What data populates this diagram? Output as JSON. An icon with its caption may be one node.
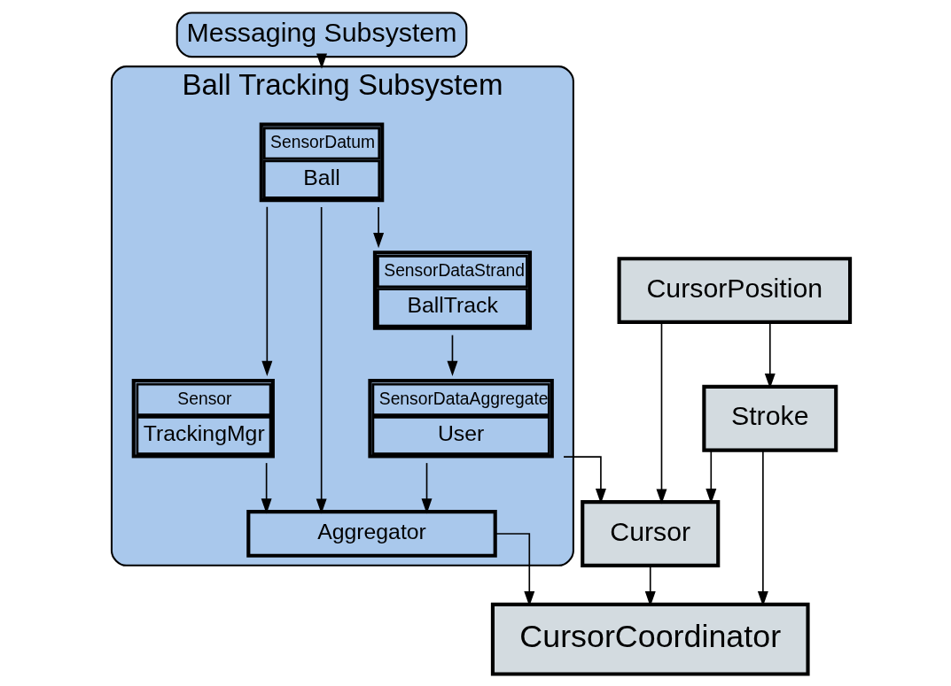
{
  "diagram": {
    "nodes": [
      {
        "text": [
          "Messaging Subsystem"
        ]
      },
      {
        "text": [
          "Ball Tracking Subsystem"
        ]
      },
      {
        "text": [
          "SensorDatum",
          "Ball"
        ],
        "in": 1
      },
      {
        "text": [
          "SensorDataStrand",
          "BallTrack"
        ],
        "in": 1
      },
      {
        "text": [
          "Sensor",
          "TrackingMgr"
        ],
        "in": 1
      },
      {
        "text": [
          "SensorDataAggregate",
          "User"
        ],
        "in": 1
      },
      {
        "text": [
          "Aggregator"
        ],
        "in": 1
      },
      {
        "text": [
          "CursorPosition"
        ]
      },
      {
        "text": [
          "Stroke"
        ]
      },
      {
        "text": [
          "Cursor"
        ]
      },
      {
        "text": [
          "CursorCoordinator"
        ]
      }
    ],
    "edges": [
      {
        "from": 0,
        "to": 1,
        "arrow": "to"
      },
      {
        "from": 2,
        "to": 3,
        "arrow": "to"
      },
      {
        "from": 2,
        "to": 4,
        "arrow": "to"
      },
      {
        "from": 2,
        "to": 6,
        "arrow": "to"
      },
      {
        "from": 3,
        "to": 5,
        "arrow": "to"
      },
      {
        "from": 4,
        "to": 6,
        "arrow": "to"
      },
      {
        "from": 5,
        "to": 6,
        "arrow": "to"
      },
      {
        "from": 5,
        "to": 9,
        "arrow": "to"
      },
      {
        "from": 6,
        "to": 10,
        "arrow": "to"
      },
      {
        "from": 7,
        "to": 9,
        "arrow": "to"
      },
      {
        "from": 7,
        "to": 8,
        "arrow": "to"
      },
      {
        "from": 8,
        "to": 9,
        "arrow": "to"
      },
      {
        "from": 9,
        "to": 10,
        "arrow": "to"
      },
      {
        "from": 8,
        "to": 10,
        "arrow": "to"
      }
    ]
  }
}
